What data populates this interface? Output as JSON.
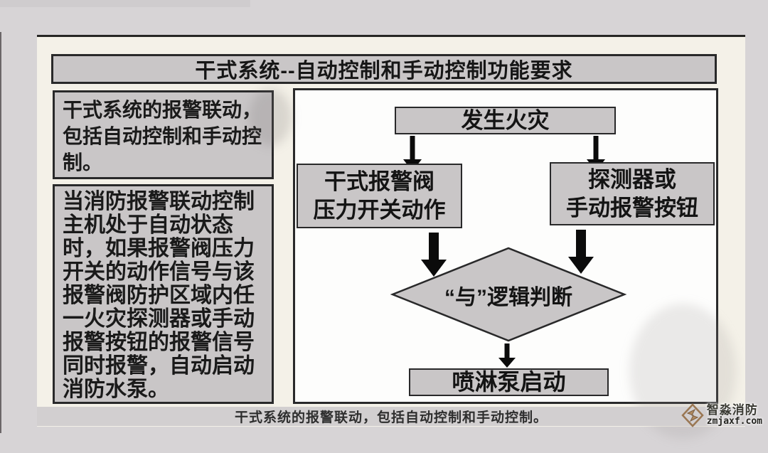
{
  "slide": {
    "title": "干式系统--自动控制和手动控制功能要求"
  },
  "left_panel": {
    "note1": "干式系统的报警联动，包括自动控制和手动控制。",
    "note2": "当消防报警联动控制主机处于自动状态时，如果报警阀压力开关的动作信号与该报警阀防护区域内任一火灾探测器或手动报警按钮的报警信号同时报警，自动启动消防水泵。"
  },
  "flowchart": {
    "type": "flow-diagram",
    "nodes": [
      {
        "id": "fire-start",
        "shape": "rectangle",
        "lines": [
          "发生火灾"
        ]
      },
      {
        "id": "dry-valve-pressure-switch",
        "shape": "rectangle",
        "lines": [
          "干式报警阀",
          "压力开关动作"
        ]
      },
      {
        "id": "detector-or-manual-button",
        "shape": "rectangle",
        "lines": [
          "探测器或",
          "手动报警按钮"
        ]
      },
      {
        "id": "and-logic-gate",
        "shape": "diamond",
        "lines": [
          "“与”逻辑判断"
        ]
      },
      {
        "id": "sprinkler-pump-start",
        "shape": "rectangle",
        "lines": [
          "喷淋泵启动"
        ]
      }
    ],
    "edges": [
      {
        "from": "fire-start",
        "to": "dry-valve-pressure-switch"
      },
      {
        "from": "fire-start",
        "to": "detector-or-manual-button"
      },
      {
        "from": "dry-valve-pressure-switch",
        "to": "and-logic-gate"
      },
      {
        "from": "detector-or-manual-button",
        "to": "and-logic-gate"
      },
      {
        "from": "and-logic-gate",
        "to": "sprinkler-pump-start"
      }
    ]
  },
  "footer": {
    "caption": "干式系统的报警联动，包括自动控制和手动控制。"
  },
  "logo": {
    "name": "智淼消防",
    "url": "zmjaxf.com",
    "icon": "diamond-z-logo-icon"
  },
  "colors": {
    "outer_bg": "#d7d4d6",
    "slide_bg": "#f4f1e8",
    "box_fill": "#c9c6c7",
    "border": "#29292a",
    "panel_bg": "#fdfdfc",
    "footer_bar": "#d2cfd0",
    "logo_brown": "#a07c58"
  }
}
